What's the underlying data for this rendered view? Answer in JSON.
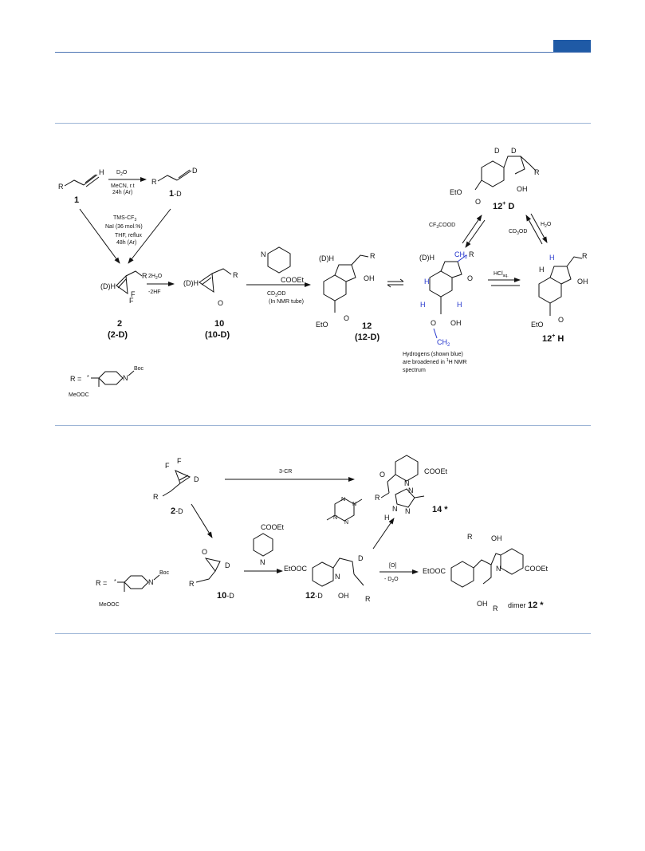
{
  "scheme1": {
    "cmpd1": "1",
    "cmpd1D": "1",
    "cmpd1D_suffix": "-D",
    "r_lbl": "R",
    "d_lbl": "D",
    "h_lbl": "H",
    "step1": {
      "l1": "D",
      "l1b": "2",
      "l1c": "O",
      "l2": "MeCN, r.t",
      "l3": "24h (Ar)"
    },
    "step2": {
      "l1": "TMS-CF",
      "l1b": "3",
      "l2": "NaI (36 mol.%)",
      "l3": "THF, reflux",
      "l4": "48h (Ar)"
    },
    "cmpd2": "2",
    "cmpd2D": "(2-D)",
    "dh": "(D)H",
    "f": "F",
    "step3": {
      "l1": "2H",
      "l1b": "2",
      "l1c": "O",
      "l2": "-2HF"
    },
    "cmpd10": "10",
    "cmpd10D": "(10-D)",
    "o": "O",
    "n": "N",
    "cooet": "COOEt",
    "eto": "EtO",
    "oh": "OH",
    "step4": {
      "l1": "CD",
      "l1b": "3",
      "l1c": "OD",
      "l2": "(In NMR tube)"
    },
    "cmpd12": "12",
    "cmpd12D": "(12-D)",
    "ch2": "CH",
    "ch2b": "2",
    "hcl": "HCl",
    "hcl_sub": "aq.",
    "cf3": "CF",
    "cf3b": "3",
    "cf3c": "COOD",
    "h2o": "H",
    "h2ob": "2",
    "h2oc": "O",
    "cd3od": "CD",
    "cd3odb": "3",
    "cd3odc": "OD",
    "d12plus": "12",
    "d12plus_sup": "+",
    "d12plus_suffix": " D",
    "h12plus": "12",
    "h12plus_sup": "+",
    "h12plus_suffix": " H",
    "note1": "Hydrogens (shown blue)",
    "note2a": "are broadened in ",
    "note2sup": "1",
    "note2b": "H NMR",
    "note3": "spectrum",
    "rdef": "R =",
    "boc": "Boc",
    "meooc": "MeOOC",
    "star": "*"
  },
  "scheme2": {
    "f": "F",
    "d": "D",
    "r": "R",
    "cmpd2D": "2",
    "cmpd2D_suffix": "-D",
    "step3cr": "3-CR",
    "o": "O",
    "n": "N",
    "cooet": "COOEt",
    "etooc": "EtOOC",
    "oh": "OH",
    "h": "H",
    "cmpd14": "14 *",
    "cmpd10D": "10",
    "cmpd10D_suffix": "-D",
    "cmpd12D": "12",
    "cmpd12D_suffix": "-D",
    "ox": "[O]",
    "d2o": "- D",
    "d2ob": "2",
    "d2oc": "O",
    "dimer": "dimer ",
    "dimer_b": "12 *",
    "rdef": "R =",
    "boc": "Boc",
    "meooc": "MeOOC",
    "star": "*"
  }
}
